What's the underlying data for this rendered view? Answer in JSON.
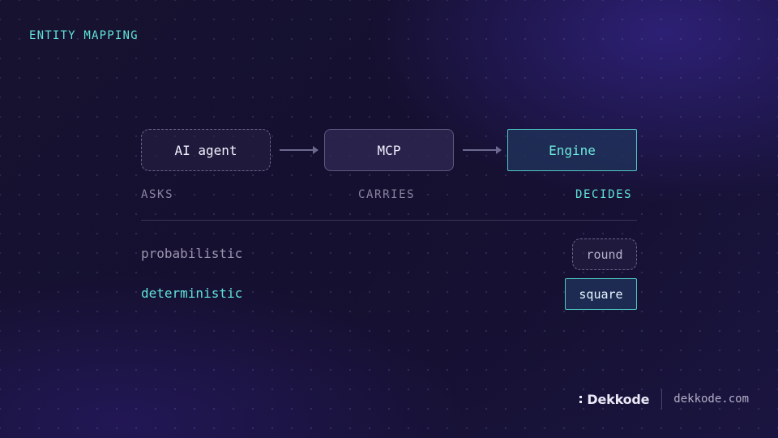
{
  "section_label": "ENTITY MAPPING",
  "nodes": [
    {
      "label": "AI agent",
      "role": "ASKS",
      "style": "dashed-rounded"
    },
    {
      "label": "MCP",
      "role": "CARRIES",
      "style": "solid"
    },
    {
      "label": "Engine",
      "role": "DECIDES",
      "style": "accent-square"
    }
  ],
  "mapping": {
    "probabilistic": {
      "label": "probabilistic",
      "shape_label": "round"
    },
    "deterministic": {
      "label": "deterministic",
      "shape_label": "square"
    }
  },
  "footer": {
    "brand": "Dekkode",
    "url": "dekkode.com"
  },
  "colors": {
    "accent": "#5fe3d8",
    "background": "#140f2b",
    "muted_text": "#8a849f",
    "node_border": "#6a6488"
  },
  "icons": {
    "arrows": "arrow-right-icon",
    "brand_mark": "dekkode-logo-icon"
  }
}
